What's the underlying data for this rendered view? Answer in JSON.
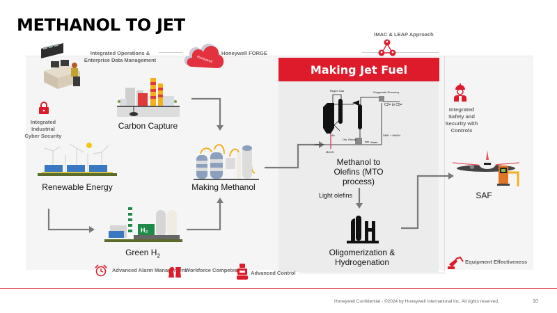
{
  "page": {
    "title": "METHANOL TO JET",
    "slide_number": "10",
    "footer": "Honeywell Confidential - ©2024 by Honeywell International Inc. All rights reserved."
  },
  "colors": {
    "accent_red": "#de1b2b",
    "panel_bg": "#f5f5f5",
    "jet_panel_bg": "#ececec",
    "arrow_grey": "#7a7a7a"
  },
  "capabilities": {
    "integrated_operations": "Integrated Operations & Enterprise Data Management",
    "forge": "Honeywell FORGE",
    "imac": "IMAC & LEAP Approach",
    "cyber": "Integrated Industrial Cyber Security",
    "safety": "Integrated Safety and Security with Controls",
    "alarm": "Advanced Alarm Management",
    "workforce": "Workforce Competency",
    "advanced_control": "Advanced Control",
    "equipment": "Equipment Effectiveness"
  },
  "process": {
    "carbon_capture": "Carbon Capture",
    "renewable_energy": "Renewable Energy",
    "green_h2": "Green H",
    "green_h2_sub": "2",
    "making_methanol": "Making Methanol",
    "making_jet_fuel": "Making Jet Fuel",
    "mto": "Methanol to Olefins (MTO process)",
    "light_olefins": "Light olefins",
    "oligomerization": "Oligomerization & Hydrogenation",
    "saf": "SAF"
  },
  "mto_diagram": {
    "regen_gas": "Regen Gas",
    "oxygenate_recovery": "Oxygenate Recovery",
    "c2_c5": "C2= to C5=",
    "air": "Air",
    "ols_recovery": "Ols. Recov.",
    "water": "Water",
    "dme_meoh": "DME + MeOH",
    "meoh": "MeOH"
  },
  "icons": {
    "control_room": "control-room-icon",
    "cloud": "honeywell-cloud-icon",
    "team": "team-network-icon",
    "lock": "lock-icon",
    "worker": "safety-worker-icon",
    "alarm": "alarm-clock-icon",
    "chess": "chess-icon",
    "robot": "robot-icon",
    "robot_arm": "robot-arm-icon"
  },
  "cloud_brand": "Honeywell"
}
